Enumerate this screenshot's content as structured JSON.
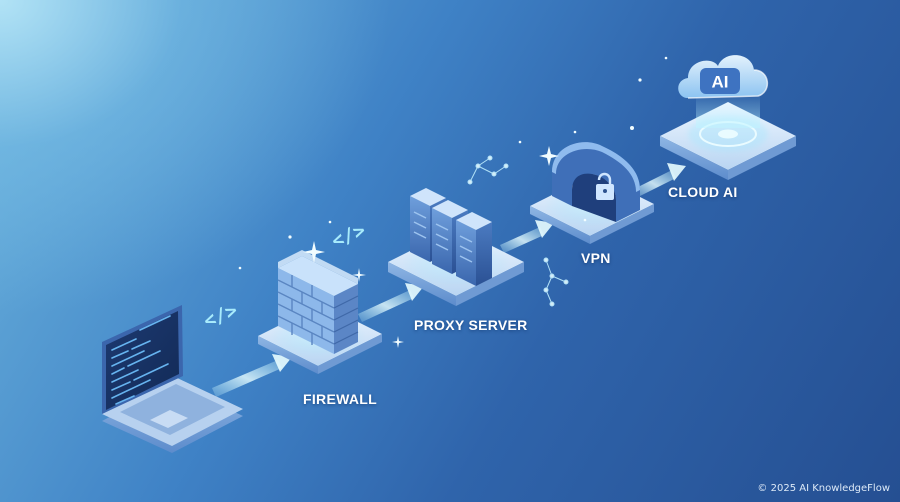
{
  "nodes": [
    {
      "id": "laptop",
      "label": ""
    },
    {
      "id": "firewall",
      "label": "FIREWALL"
    },
    {
      "id": "proxy",
      "label": "PROXY SERVER"
    },
    {
      "id": "vpn",
      "label": "VPN"
    },
    {
      "id": "cloud",
      "label": "CLOUD AI"
    }
  ],
  "cloud_badge": "AI",
  "code_glyph": "</>",
  "footer": {
    "copyright": "© 2025 AI KnowledgeFlow"
  },
  "colors": {
    "background_dark": "#254f92",
    "background_light": "#bfeafa",
    "platform": "#dcecfb",
    "glow": "#9fe8ff",
    "device": "#3f6fb8"
  },
  "icons": [
    "laptop-icon",
    "brick-wall-icon",
    "server-rack-icon",
    "padlock-icon",
    "cloud-icon",
    "code-icon",
    "sparkle-icon",
    "constellation-icon"
  ]
}
